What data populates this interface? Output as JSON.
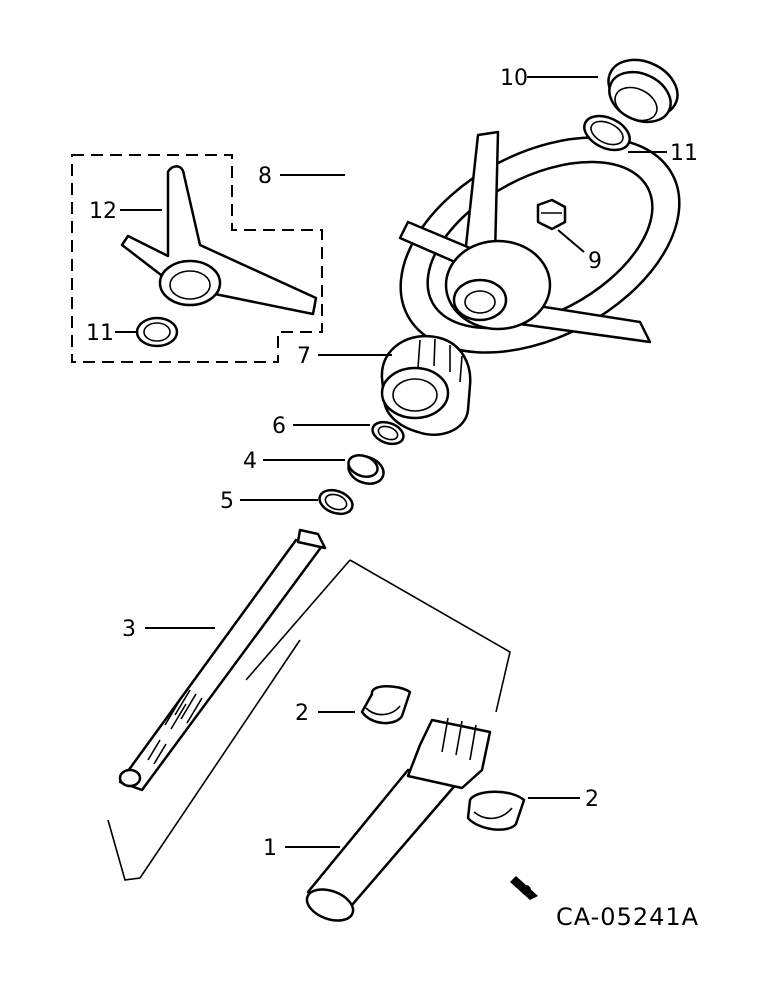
{
  "callouts": {
    "c1": "1",
    "c2a": "2",
    "c2b": "2",
    "c3": "3",
    "c4": "4",
    "c5": "5",
    "c6": "6",
    "c7": "7",
    "c8": "8",
    "c9": "9",
    "c10": "10",
    "c11a": "11",
    "c11b": "11",
    "c12": "12"
  },
  "figure_code": "CA-05241A"
}
